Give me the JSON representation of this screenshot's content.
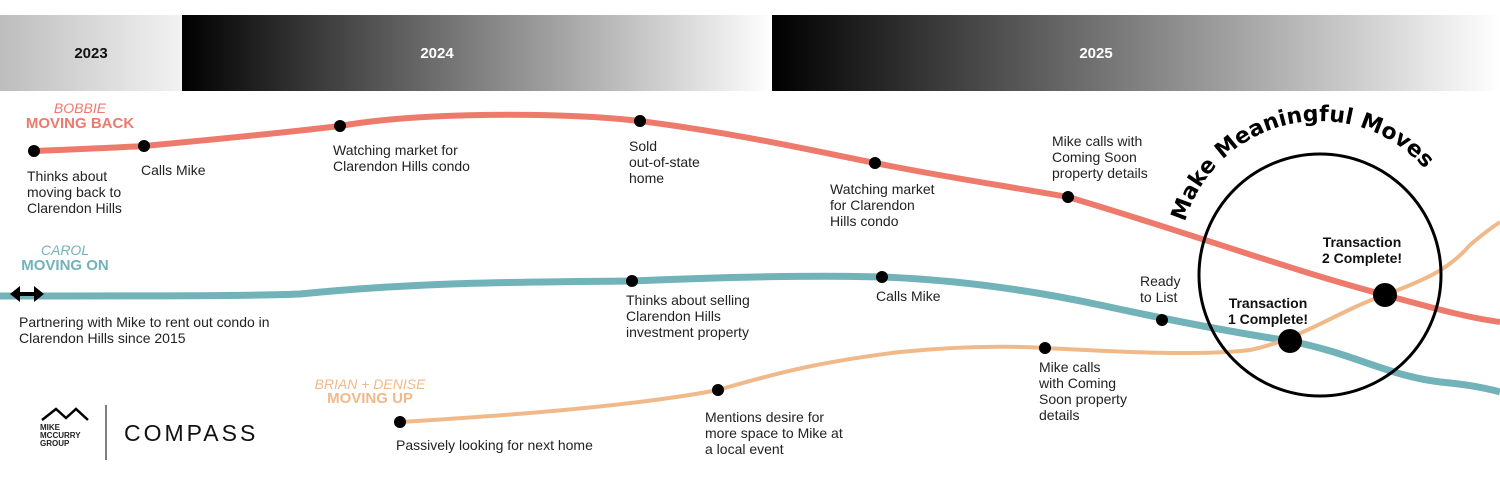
{
  "years": [
    "2023",
    "2024",
    "2025"
  ],
  "colors": {
    "bobbie": "#ee7a6c",
    "carol": "#72b3b9",
    "brian": "#f0b98a"
  },
  "persons": {
    "bobbie": {
      "name": "BOBBIE",
      "title": "MOVING BACK"
    },
    "carol": {
      "name": "CAROL",
      "title": "MOVING ON"
    },
    "brian": {
      "name": "BRIAN + DENISE",
      "title": "MOVING UP"
    }
  },
  "bobbie_events": [
    "Thinks about\nmoving back to\nClarendon Hills",
    "Calls Mike",
    "Watching market for\nClarendon Hills condo",
    "Sold\nout-of-state\nhome",
    "Watching market\nfor Clarendon\nHills condo",
    "Mike calls with\nComing Soon\nproperty details"
  ],
  "carol_events": [
    "Partnering with Mike to rent out condo in\nClarendon Hills since 2015",
    "Thinks about selling\nClarendon Hills\ninvestment property",
    "Calls Mike",
    "Ready\nto List"
  ],
  "brian_events": [
    "Passively looking for next home",
    "Mentions desire for\nmore space to Mike at\na local event",
    "Mike calls\nwith Coming\nSoon property\ndetails"
  ],
  "transactions": [
    "Transaction\n1 Complete!",
    "Transaction\n2 Complete!"
  ],
  "tagline": "Make Meaningful Moves",
  "logos": {
    "group": "MIKE\nMCCURRY\nGROUP",
    "brand": "COMPASS"
  }
}
